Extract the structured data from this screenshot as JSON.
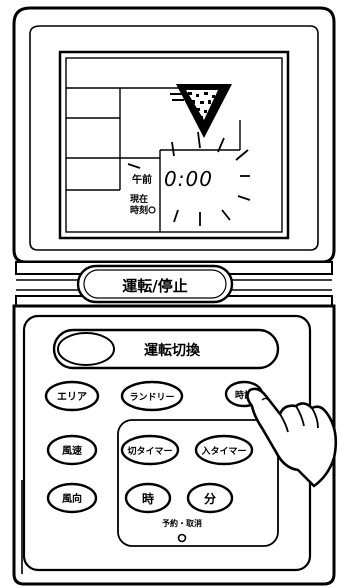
{
  "display": {
    "am_label": "午前",
    "clock": "0:00",
    "current_label_line1": "現在",
    "current_label_line2": "時刻"
  },
  "controls": {
    "run_stop": "運転/停止",
    "mode_switch": "運転切換",
    "area": "エリア",
    "laundry": "ランドリー",
    "clock": "時計",
    "fan_speed": "風速",
    "off_timer": "切タイマー",
    "on_timer": "入タイマー",
    "air_direction": "風向",
    "hour": "時",
    "minute": "分",
    "reserve_cancel": "予約・取消"
  },
  "icons": {
    "pointer": "pointing-hand-icon",
    "blink": "blink-rays-icon"
  }
}
